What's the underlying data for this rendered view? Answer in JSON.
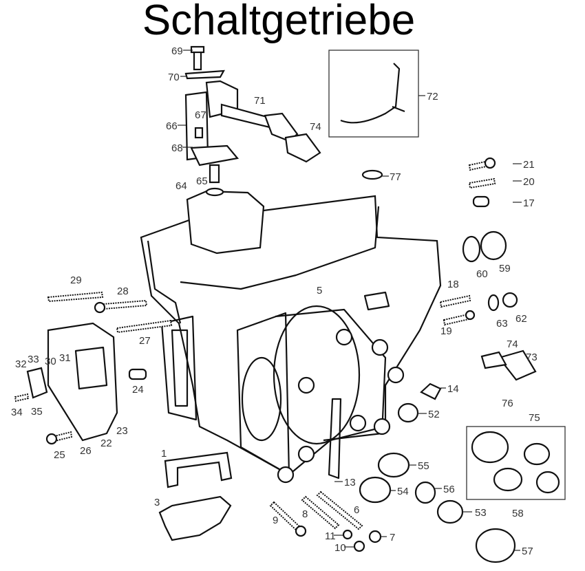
{
  "title": "Schaltgetriebe",
  "part_labels": [
    "69",
    "70",
    "71",
    "72",
    "66",
    "67",
    "68",
    "74",
    "77",
    "21",
    "20",
    "17",
    "64",
    "65",
    "60",
    "59",
    "29",
    "28",
    "5",
    "18",
    "62",
    "63",
    "19",
    "27",
    "30",
    "31",
    "32",
    "33",
    "24",
    "74",
    "73",
    "14",
    "76",
    "52",
    "75",
    "34",
    "35",
    "23",
    "22",
    "25",
    "26",
    "1",
    "55",
    "13",
    "54",
    "56",
    "6",
    "58",
    "3",
    "8",
    "53",
    "9",
    "7",
    "11",
    "10",
    "57"
  ]
}
